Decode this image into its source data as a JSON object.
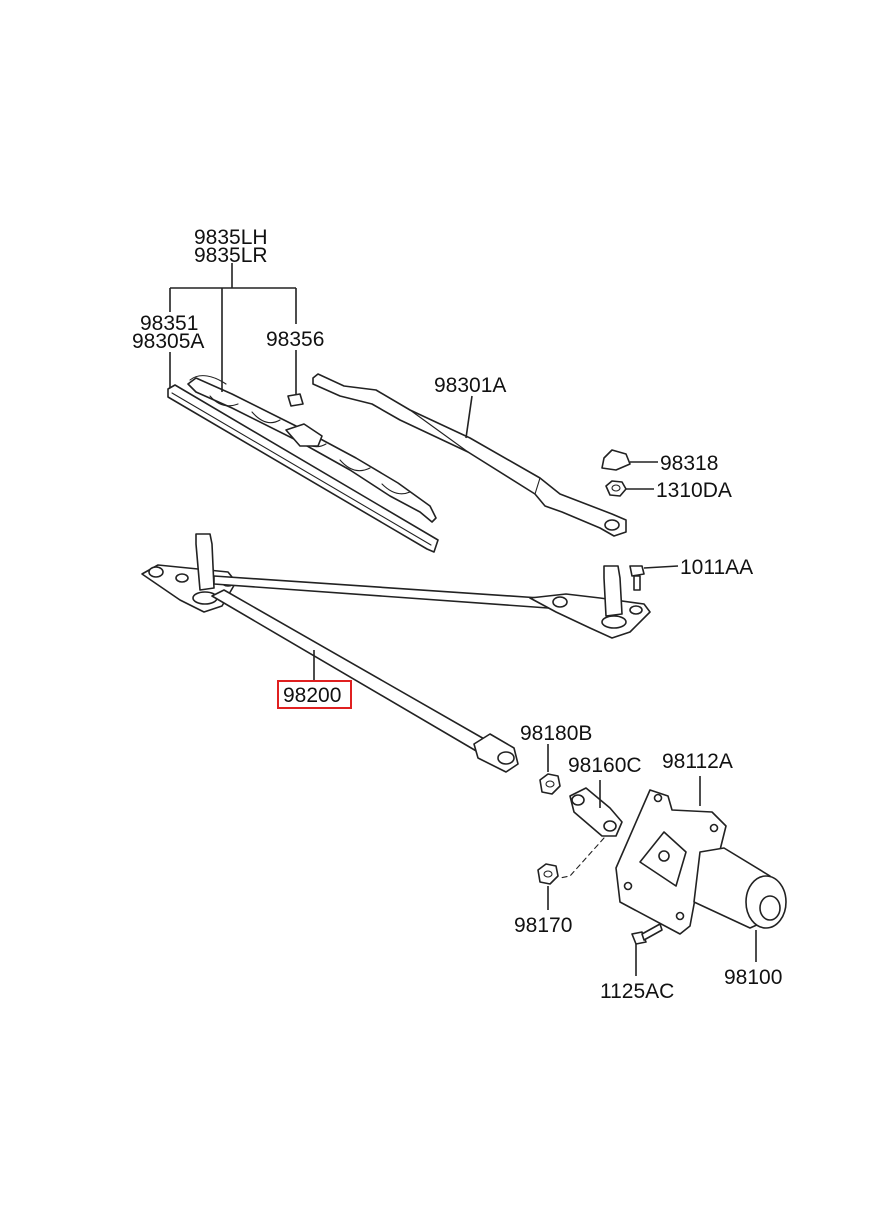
{
  "colors": {
    "highlight": "#e02020",
    "ink": "#222222"
  },
  "labels": {
    "blade_lh": "9835LH",
    "blade_lr": "9835LR",
    "p98351": "98351",
    "p98305a": "98305A",
    "p98356": "98356",
    "p98301a": "98301A",
    "p98318": "98318",
    "p1310da": "1310DA",
    "p1011aa": "1011AA",
    "p98200": "98200",
    "p98180b": "98180B",
    "p98160c": "98160C",
    "p98112a": "98112A",
    "p98170": "98170",
    "p1125ac": "1125AC",
    "p98100": "98100"
  },
  "highlighted_part": "98200"
}
